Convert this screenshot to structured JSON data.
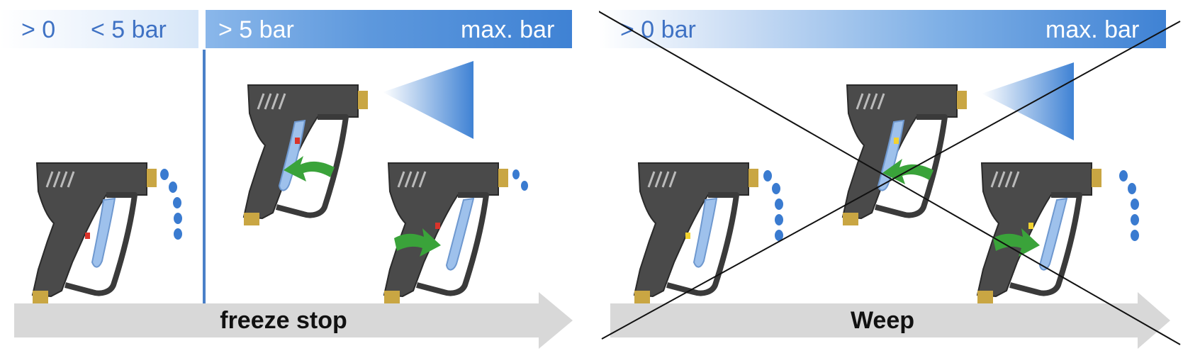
{
  "colors": {
    "bar_dark": "#4a8ad8",
    "bar_light": "#e8f1fb",
    "divider": "#4a80c8",
    "arrow_fill": "#d8d8d8",
    "gun_body": "#4a4a4a",
    "trigger": "#9ec1ec",
    "brass": "#c9a643",
    "spray": "#4a8ad8",
    "droplet": "#3a7bd0",
    "turn_arrow": "#3aa33a",
    "indicator_red": "#d9342b",
    "indicator_yellow": "#f2d230",
    "cross": "#111111"
  },
  "left_panel": {
    "pressure_low_a": "> 0",
    "pressure_low_b": "< 5 bar",
    "pressure_mid": "> 5 bar",
    "pressure_max": "max. bar",
    "mode_label": "freeze stop"
  },
  "right_panel": {
    "pressure_min": "> 0 bar",
    "pressure_max": "max. bar",
    "mode_label": "Weep"
  }
}
